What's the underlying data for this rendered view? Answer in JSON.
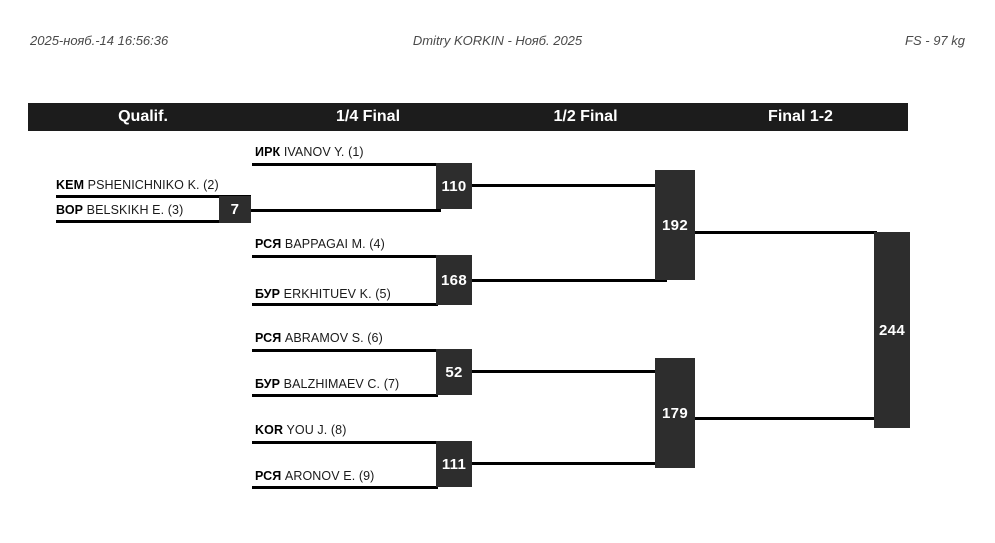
{
  "meta": {
    "timestamp": "2025-нояб.-14 16:56:36",
    "title": "Dmitry KORKIN - Нояб. 2025",
    "category": "FS - 97 kg"
  },
  "colors": {
    "header_bar": "#1c1c1c",
    "match_box": "#2d2d2d",
    "line": "#000000",
    "text": "#1a1a1a",
    "meta_text": "#4a4a4a"
  },
  "rounds": [
    {
      "label": "Qualif."
    },
    {
      "label": "1/4 Final"
    },
    {
      "label": "1/2 Final"
    },
    {
      "label": "Final 1-2"
    }
  ],
  "bracket": {
    "qualif": [
      {
        "match": "7",
        "wrestlers": [
          {
            "region": "KEM",
            "name": "PSHENICHNIKO K.",
            "seed": "(2)"
          },
          {
            "region": "ВОР",
            "name": "BELSKIKH E.",
            "seed": "(3)"
          }
        ]
      }
    ],
    "quarter": [
      {
        "match": "110",
        "wrestlers": [
          {
            "region": "ИРК",
            "name": "IVANOV Y.",
            "seed": "(1)"
          }
        ]
      },
      {
        "match": "168",
        "wrestlers": [
          {
            "region": "РСЯ",
            "name": "BAPPAGAI M.",
            "seed": "(4)"
          },
          {
            "region": "БУР",
            "name": "ERKHITUEV K.",
            "seed": "(5)"
          }
        ]
      },
      {
        "match": "52",
        "wrestlers": [
          {
            "region": "РСЯ",
            "name": "ABRAMOV S.",
            "seed": "(6)"
          },
          {
            "region": "БУР",
            "name": "BALZHIMAEV C.",
            "seed": "(7)"
          }
        ]
      },
      {
        "match": "111",
        "wrestlers": [
          {
            "region": "KOR",
            "name": "YOU J.",
            "seed": "(8)"
          },
          {
            "region": "РСЯ",
            "name": "ARONOV E.",
            "seed": "(9)"
          }
        ]
      }
    ],
    "semi": [
      {
        "match": "192"
      },
      {
        "match": "179"
      }
    ],
    "final": [
      {
        "match": "244"
      }
    ]
  }
}
